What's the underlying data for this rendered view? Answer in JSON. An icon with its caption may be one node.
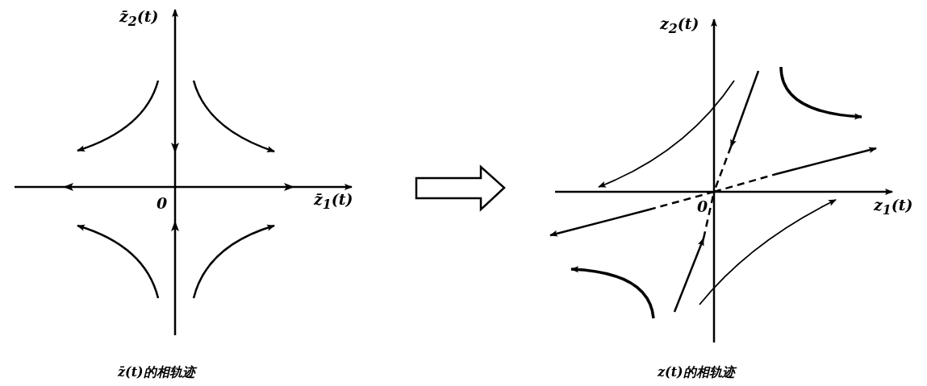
{
  "diagram": {
    "labels": [
      "z̄$_{2}$(t)",
      "0",
      "z̄$_{1}$(t)",
      "z̄(t)的相轨迹",
      "z$_{2}$(t)",
      "0",
      "z$_{1}$(t)",
      "z(t)的相轨迹"
    ]
  }
}
